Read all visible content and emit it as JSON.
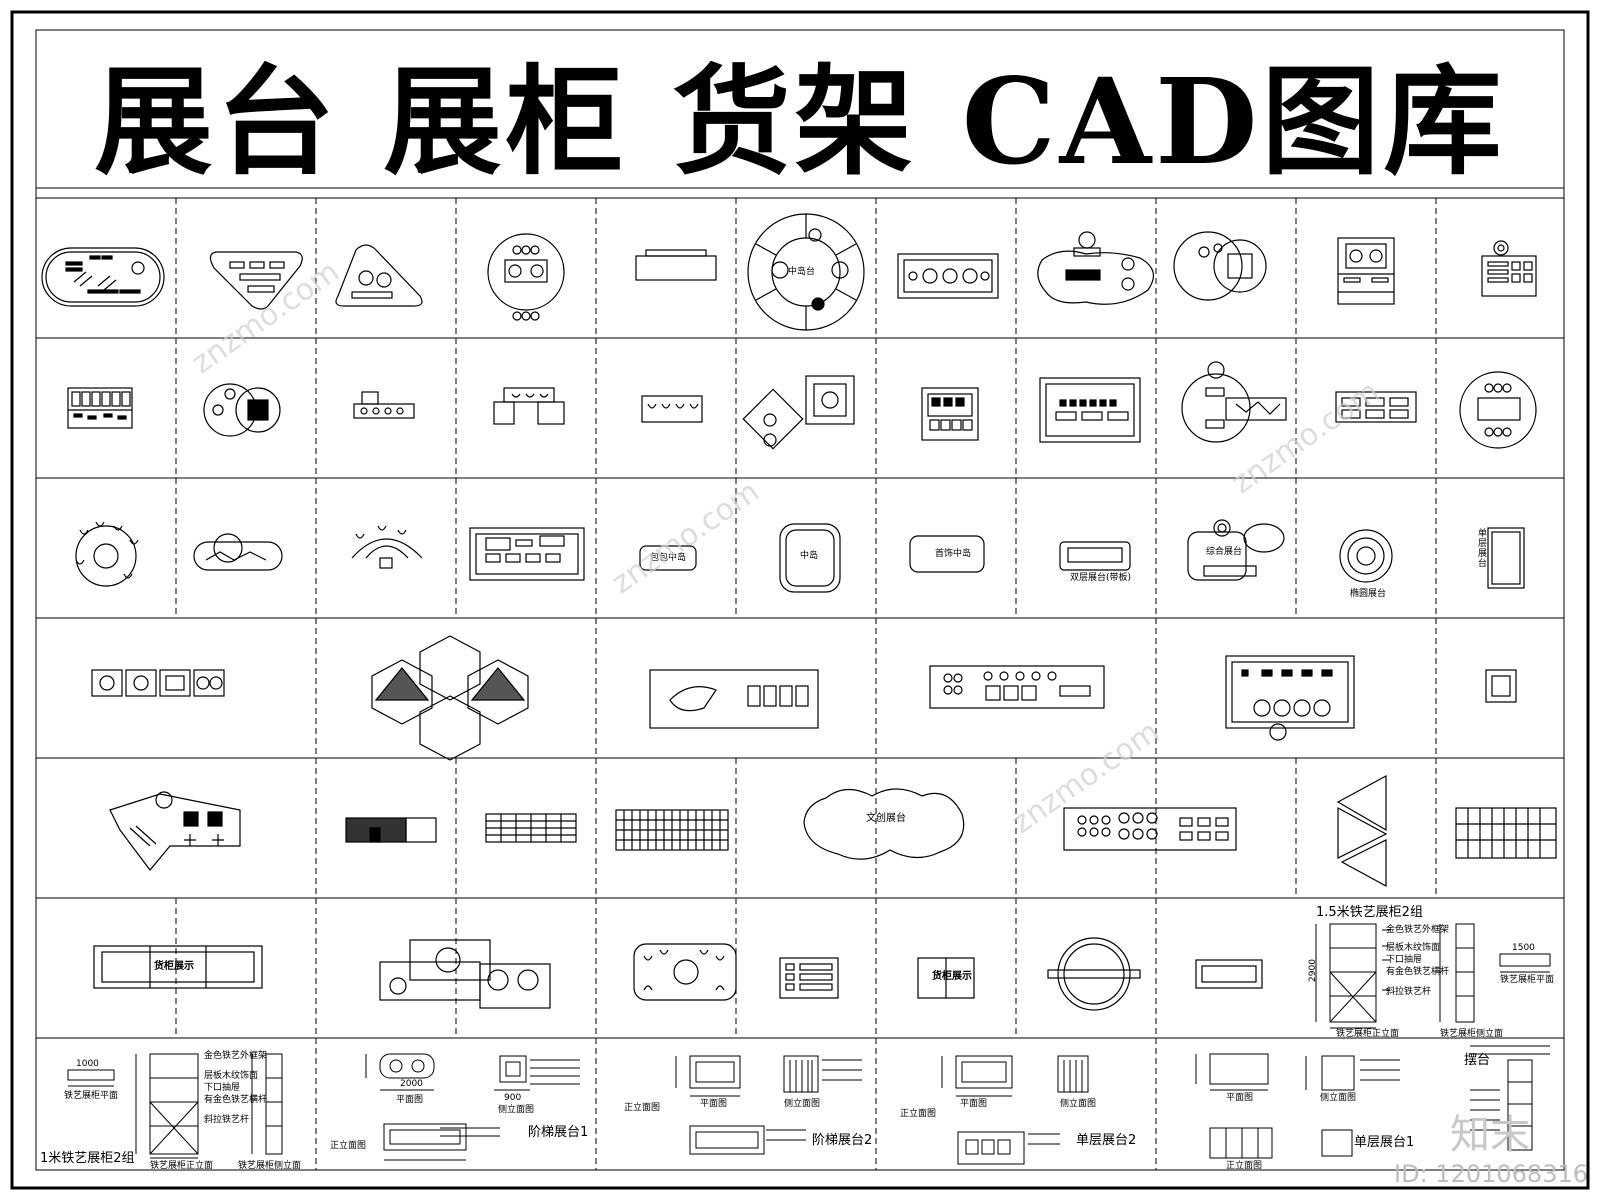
{
  "title": "展台 展柜 货架 CAD图库",
  "labels": {
    "zhongdaotai": "中岛台",
    "baobao": "包包中岛",
    "zhongdao": "中岛",
    "shoushi": "首饰中岛",
    "tuoyuan": "椭圆展台",
    "shuangceng": "双层展台(带板)",
    "zonghe": "综合展台",
    "danceng_ztai": "单层展台",
    "wenchuang": "文创展台",
    "huogui1": "货柜展示",
    "huogui2": "货柜展示",
    "tieyi15": "1.5米铁艺展柜2组",
    "tieyi1": "1米铁艺展柜2组",
    "jieti1": "阶梯展台1",
    "jieti2": "阶梯展台2",
    "danceng2": "单层展台2",
    "danceng1": "单层展台1",
    "baitai": "摆台",
    "zhengli": "铁艺展柜正立面",
    "celi": "铁艺展柜侧立面",
    "pingmian": "铁艺展柜平面",
    "jinse": "金色铁艺外框架",
    "cengban": "层板木纹饰面",
    "xiakou": "下口抽屉",
    "youjin": "有金色铁艺横杆",
    "xieji": "斜拉铁艺杆",
    "zhengmian": "正立面图",
    "pingmiantu": "平面图",
    "cemian": "侧立面图",
    "dim1500": "1500",
    "dim1000": "1000",
    "dim2000": "2000",
    "dim900": "900",
    "dim2900": "2900"
  },
  "watermark": "znzmo.com",
  "logo": "知末",
  "id_label": "ID: 1201068316"
}
